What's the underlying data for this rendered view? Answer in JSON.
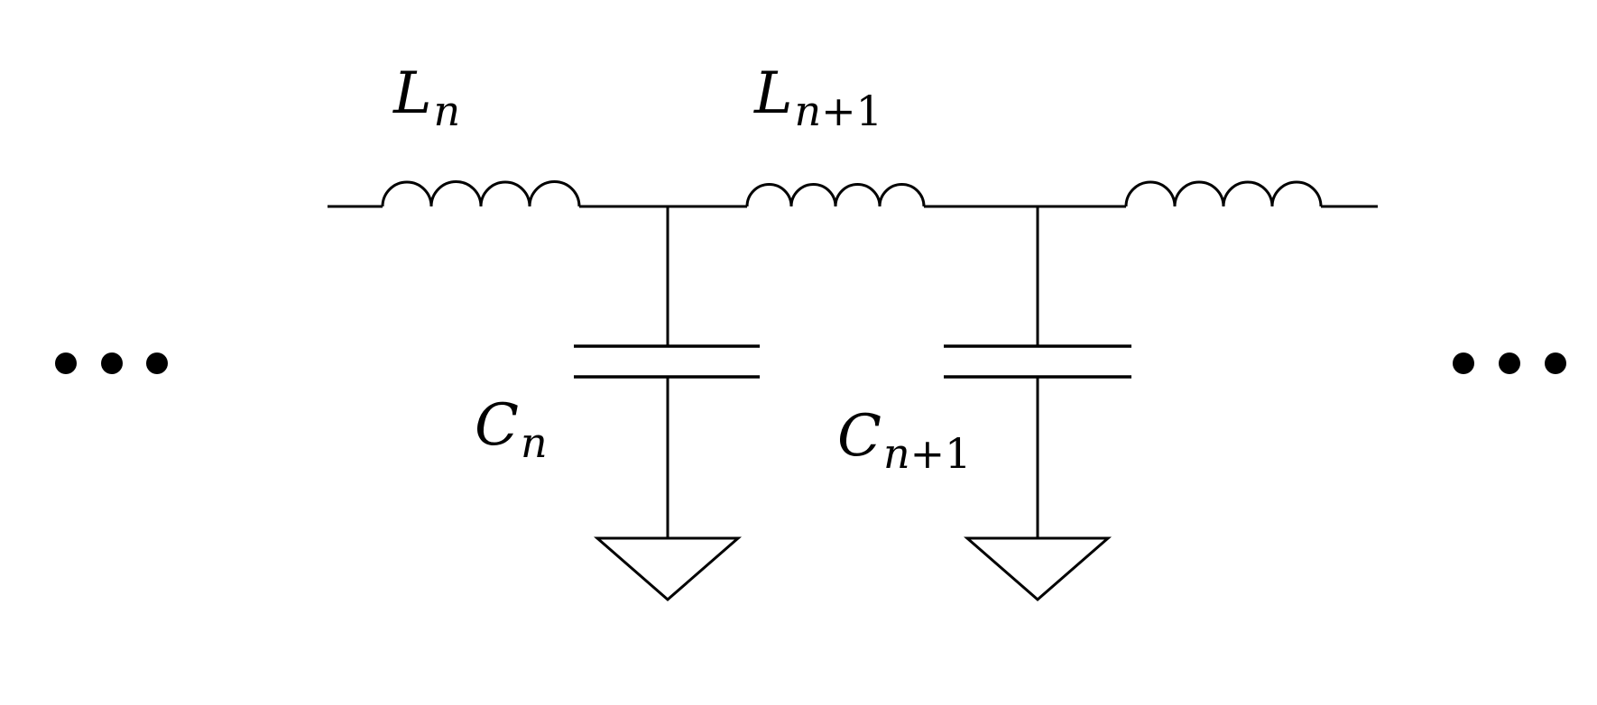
{
  "labels": {
    "inductor_n": {
      "symbol": "L",
      "subscript": "n"
    },
    "inductor_n1": {
      "symbol": "L",
      "subscript": "n+1"
    },
    "capacitor_n": {
      "symbol": "C",
      "subscript": "n"
    },
    "capacitor_n1": {
      "symbol": "C",
      "subscript": "n+1"
    }
  },
  "continuation": {
    "left": "•••",
    "right": "•••"
  },
  "colors": {
    "line": "#000000",
    "background": "#ffffff"
  }
}
